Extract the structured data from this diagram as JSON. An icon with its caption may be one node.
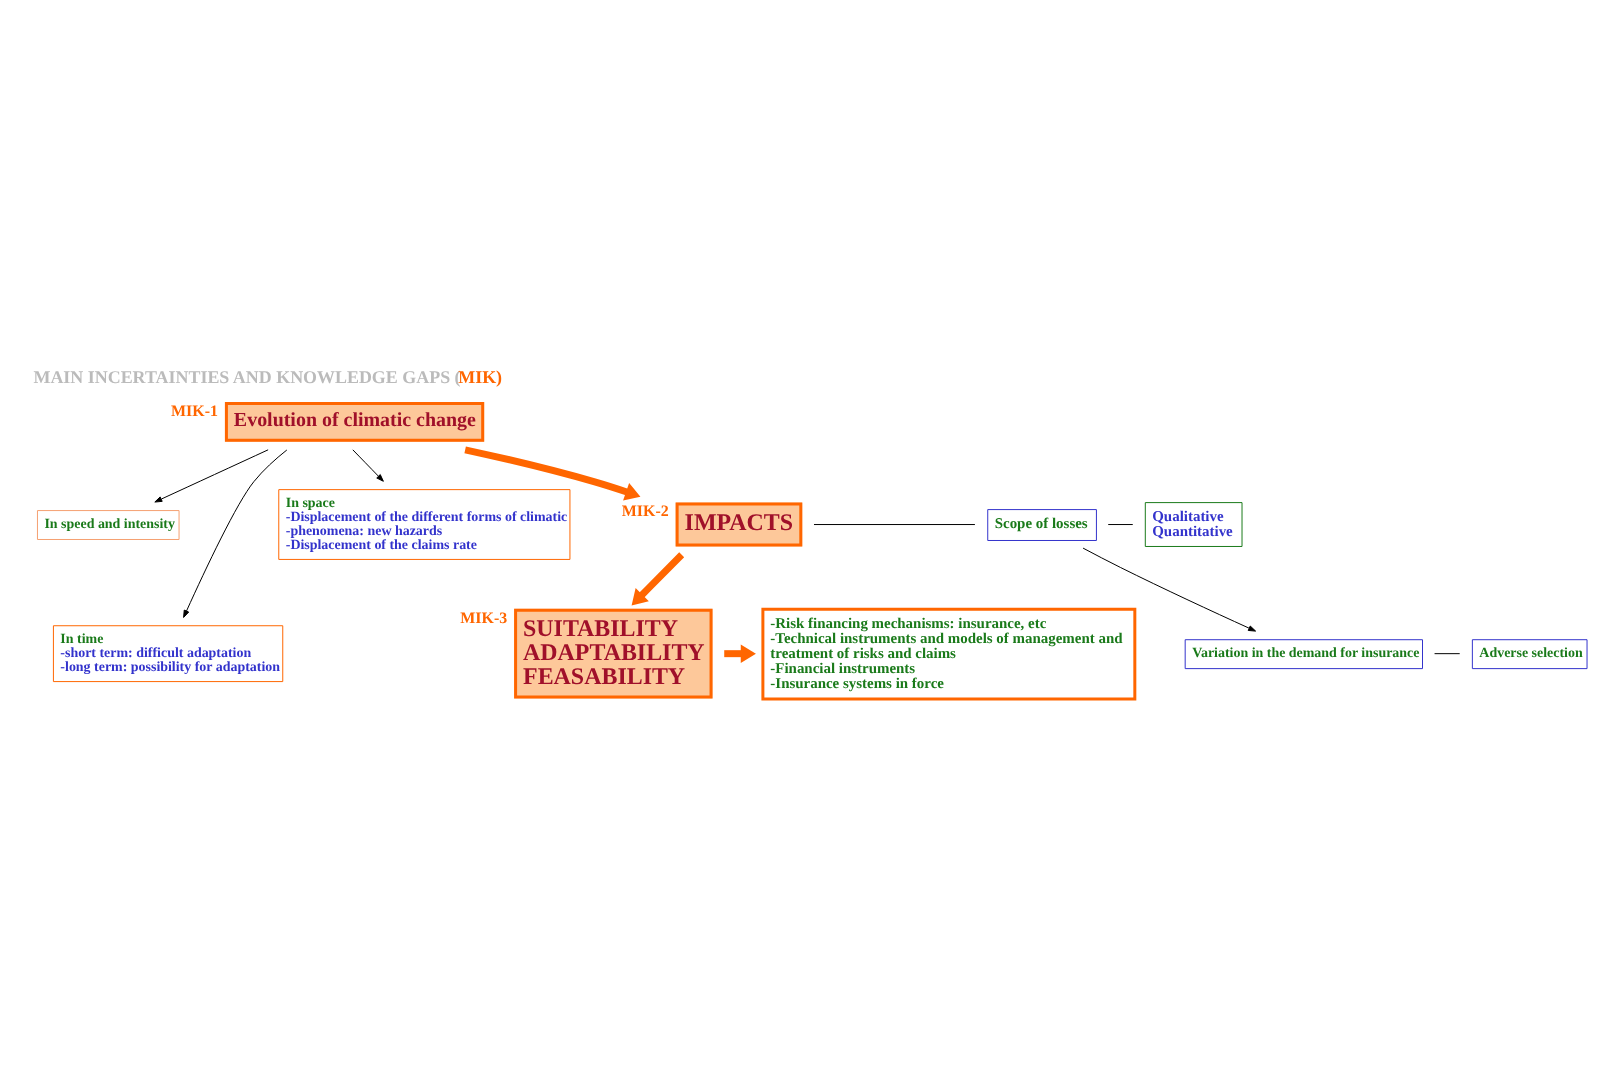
{
  "diagram": {
    "title": "MAIN INCERTAINTIES AND KNOWLEDGE GAPS (MIK)",
    "nodes": [
      {
        "text": [
          "Evolution of climatic change"
        ],
        "beside": [
          "MIK-1"
        ]
      },
      {
        "text": [
          "In speed and intensity"
        ]
      },
      {
        "text": [
          "In time",
          "-short term: difficult adaptation",
          "-long term: possibility for adaptation"
        ]
      },
      {
        "text": [
          "In space",
          "-Displacement of the different forms of climatic",
          "-phenomena: new hazards",
          "-Displacement of the claims rate"
        ]
      },
      {
        "text": [
          "IMPACTS"
        ],
        "beside": [
          "MIK-2"
        ]
      },
      {
        "text": [
          "Scope of losses"
        ]
      },
      {
        "text": [
          "Qualitative",
          "Quantitative"
        ]
      },
      {
        "text": [
          "Variation in the demand for insurance"
        ]
      },
      {
        "text": [
          "Adverse selection"
        ]
      },
      {
        "text": [
          "SUITABILITY",
          "ADAPTABILITY",
          "FEASABILITY"
        ],
        "beside": [
          "MIK-3"
        ]
      },
      {
        "text": [
          "-Risk financing mechanisms: insurance, etc",
          "-Technical instruments and models of management and treatment of risks and claims",
          "-Financial instruments",
          "-Insurance systems in force"
        ]
      }
    ],
    "edges": [
      {
        "from": 0,
        "to": 1,
        "arrow": "to"
      },
      {
        "from": 0,
        "to": 2,
        "arrow": "to"
      },
      {
        "from": 0,
        "to": 3,
        "arrow": "to"
      },
      {
        "from": 0,
        "to": 4,
        "arrow": "to",
        "style": "thick",
        "color": "#ff6600"
      },
      {
        "from": 4,
        "to": 5,
        "arrow": "none"
      },
      {
        "from": 5,
        "to": 6,
        "arrow": "none"
      },
      {
        "from": 5,
        "to": 7,
        "arrow": "to"
      },
      {
        "from": 7,
        "to": 8,
        "arrow": "none"
      },
      {
        "from": 4,
        "to": 9,
        "arrow": "to",
        "style": "thick",
        "color": "#ff6600"
      },
      {
        "from": 9,
        "to": 10,
        "arrow": "to",
        "style": "thick",
        "color": "#ff6600"
      }
    ]
  }
}
